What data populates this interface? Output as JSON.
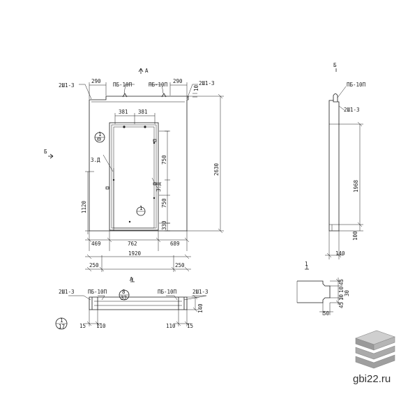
{
  "labels": {
    "section_a": "А",
    "section_b": "Б",
    "section_1": "1",
    "ref_num": "1",
    "ref_den": "17",
    "node_num": "8",
    "node_den": "32"
  },
  "elements": {
    "anchor_2sh1_3": "2Ш1-3",
    "loop_pb_10p": "ПБ-10П",
    "insert_3d": "3.Д"
  },
  "dims": {
    "d290": "290",
    "d381": "381",
    "d750": "750",
    "d2630": "2630",
    "d1120": "1120",
    "d330": "330",
    "d469": "469",
    "d762": "762",
    "d689": "689",
    "d1920": "1920",
    "d250": "250",
    "d1968": "1968",
    "d100": "100",
    "d140": "140",
    "d110": "110",
    "d15": "15",
    "d45": "45",
    "d10": "10",
    "d30": "30",
    "d50": "50"
  },
  "brand": "gbi22.ru"
}
